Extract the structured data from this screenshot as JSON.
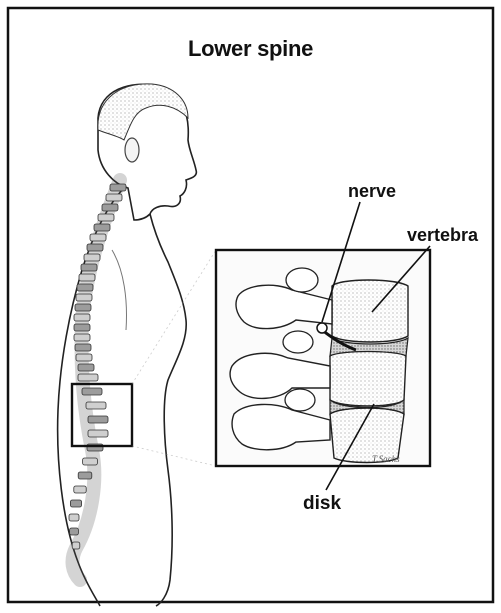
{
  "diagram": {
    "title": "Lower spine",
    "labels": {
      "nerve": "nerve",
      "vertebra": "vertebra",
      "disk": "disk"
    },
    "signature": "T.Sachs"
  }
}
